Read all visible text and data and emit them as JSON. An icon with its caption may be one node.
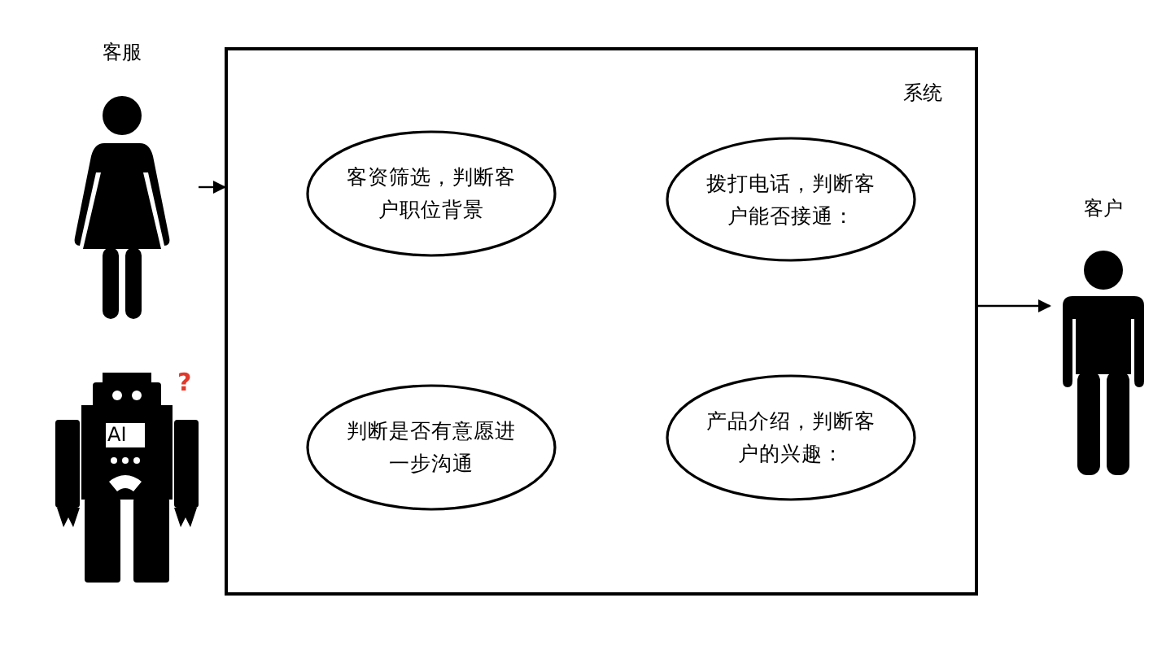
{
  "diagram": {
    "nodes": [
      {
        "text": [
          "客服"
        ]
      },
      {
        "text": [
          "系统"
        ]
      },
      {
        "text": [
          "客资筛选，判断客户职位背景"
        ],
        "in": 1
      },
      {
        "text": [
          "拨打电话，判断客户能否接通："
        ],
        "in": 1
      },
      {
        "text": [
          "判断是否有意愿进一步沟通"
        ],
        "in": 1
      },
      {
        "text": [
          "产品介绍，判断客户的兴趣："
        ],
        "in": 1
      },
      {
        "text": [
          "客户"
        ]
      }
    ],
    "edges": [
      {
        "from": 0,
        "to": 1,
        "arrow": "to"
      },
      {
        "from": 1,
        "to": 6,
        "arrow": "to"
      }
    ],
    "labels": [
      "AI",
      "?"
    ]
  }
}
